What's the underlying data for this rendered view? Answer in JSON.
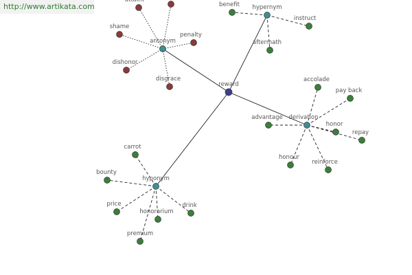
{
  "site_link": "http://www.artikata.com",
  "colors": {
    "root": "#3b3f8f",
    "hub": "#3f8f8f",
    "synonym_leaf": "#3a7f3a",
    "antonym_leaf": "#8b3a3a",
    "link_text": "#2e7a2e"
  },
  "root": {
    "id": "reward",
    "label": "reward"
  },
  "hubs": [
    {
      "id": "antonym",
      "label": "antonym",
      "edge": "solid"
    },
    {
      "id": "hypernym",
      "label": "hypernym",
      "edge": "solid"
    },
    {
      "id": "derivation",
      "label": "derivation",
      "edge": "solid"
    },
    {
      "id": "hyponym",
      "label": "hyponym",
      "edge": "solid"
    }
  ],
  "leaves": [
    {
      "id": "attaint",
      "label": "attaint",
      "hub": "antonym",
      "kind": "antonym_leaf"
    },
    {
      "id": "antonym-top",
      "label": "",
      "hub": "antonym",
      "kind": "antonym_leaf"
    },
    {
      "id": "shame",
      "label": "shame",
      "hub": "antonym",
      "kind": "antonym_leaf"
    },
    {
      "id": "penalty",
      "label": "penalty",
      "hub": "antonym",
      "kind": "antonym_leaf"
    },
    {
      "id": "dishonor",
      "label": "dishonor",
      "hub": "antonym",
      "kind": "antonym_leaf"
    },
    {
      "id": "disgrace",
      "label": "disgrace",
      "hub": "antonym",
      "kind": "antonym_leaf"
    },
    {
      "id": "benefit",
      "label": "benefit",
      "hub": "hypernym",
      "kind": "synonym_leaf"
    },
    {
      "id": "instruct",
      "label": "instruct",
      "hub": "hypernym",
      "kind": "synonym_leaf"
    },
    {
      "id": "aftermath",
      "label": "aftermath",
      "hub": "hypernym",
      "kind": "synonym_leaf"
    },
    {
      "id": "accolade",
      "label": "accolade",
      "hub": "derivation",
      "kind": "synonym_leaf"
    },
    {
      "id": "pay-back",
      "label": "pay back",
      "hub": "derivation",
      "kind": "synonym_leaf"
    },
    {
      "id": "advantage",
      "label": "advantage",
      "hub": "derivation",
      "kind": "synonym_leaf"
    },
    {
      "id": "honor",
      "label": "honor",
      "hub": "derivation",
      "kind": "synonym_leaf"
    },
    {
      "id": "repay",
      "label": "repay",
      "hub": "derivation",
      "kind": "synonym_leaf"
    },
    {
      "id": "honour",
      "label": "honour",
      "hub": "derivation",
      "kind": "synonym_leaf"
    },
    {
      "id": "reinforce",
      "label": "reinforce",
      "hub": "derivation",
      "kind": "synonym_leaf"
    },
    {
      "id": "carrot",
      "label": "carrot",
      "hub": "hyponym",
      "kind": "synonym_leaf"
    },
    {
      "id": "bounty",
      "label": "bounty",
      "hub": "hyponym",
      "kind": "synonym_leaf"
    },
    {
      "id": "price",
      "label": "price",
      "hub": "hyponym",
      "kind": "synonym_leaf"
    },
    {
      "id": "honorarium",
      "label": "honorarium",
      "hub": "hyponym",
      "kind": "synonym_leaf"
    },
    {
      "id": "drink",
      "label": "drink",
      "hub": "hyponym",
      "kind": "synonym_leaf"
    },
    {
      "id": "premium",
      "label": "premium",
      "hub": "hyponym",
      "kind": "synonym_leaf"
    }
  ]
}
